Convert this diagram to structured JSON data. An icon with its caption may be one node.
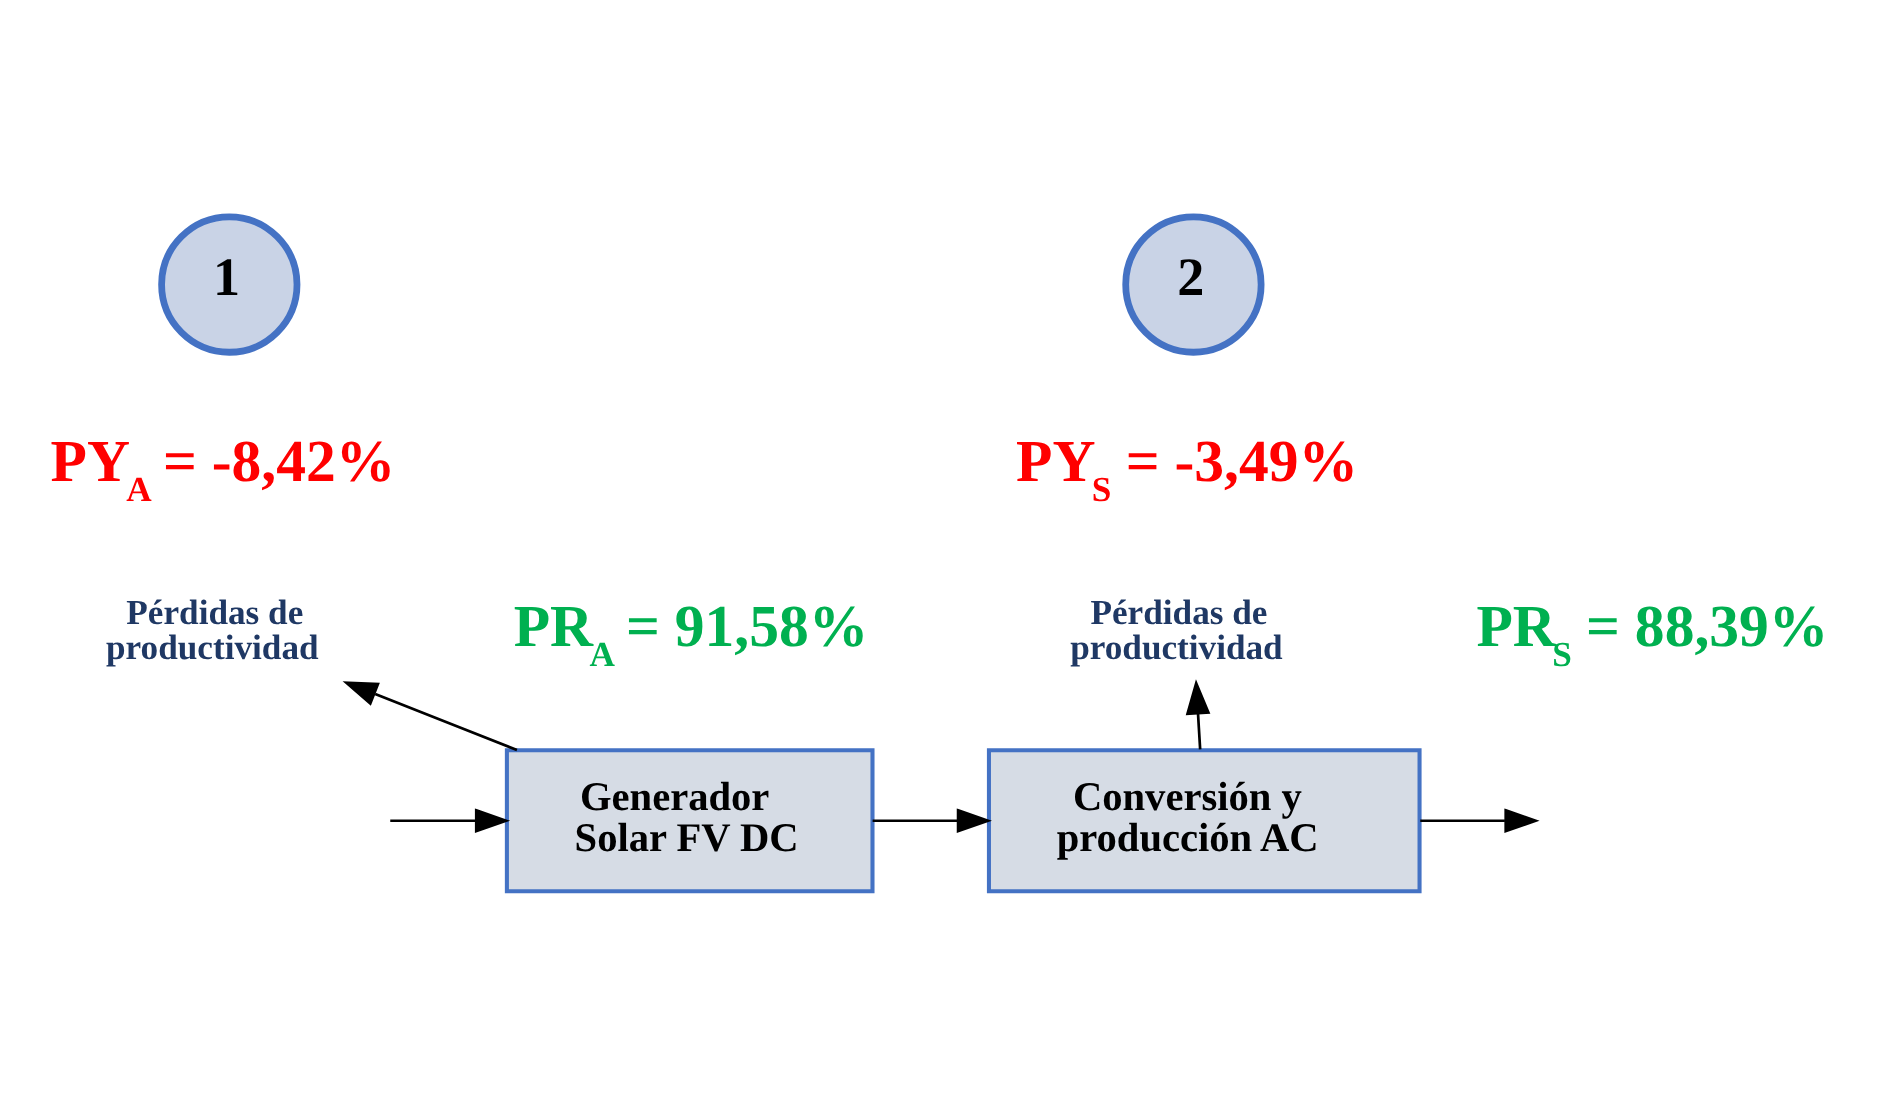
{
  "diagram": {
    "nodes": [
      {
        "text": [
          "1"
        ]
      },
      {
        "text": [
          "2"
        ]
      },
      {
        "text": [
          "Pérdidas de productividad"
        ]
      },
      {
        "text": [
          "Pérdidas de productividad"
        ]
      },
      {
        "text": [
          "Generador Solar FV DC"
        ]
      },
      {
        "text": [
          "Conversión y producción AC"
        ]
      }
    ],
    "edges": [
      {
        "from": null,
        "to": 4,
        "arrow": "to"
      },
      {
        "from": 4,
        "to": 5,
        "arrow": "to"
      },
      {
        "from": 5,
        "to": null,
        "arrow": "to"
      },
      {
        "from": 4,
        "to": 2,
        "arrow": "to"
      },
      {
        "from": 5,
        "to": 3,
        "arrow": "to"
      }
    ],
    "labels": [
      "PY$_{A}$ = -8,42%",
      "PY$_{S}$ = -3,49%",
      "PR$_{A}$ = 91,58%",
      "PR$_{S}$ = 88,39%"
    ]
  }
}
